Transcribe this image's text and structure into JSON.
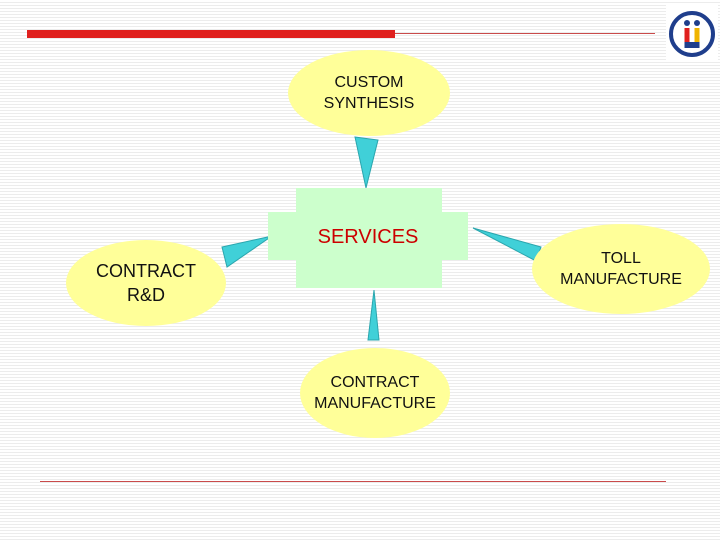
{
  "diagram": {
    "center": {
      "label": "SERVICES"
    },
    "nodes": {
      "custom_synthesis": "CUSTOM\nSYNTHESIS",
      "contract_rd": "CONTRACT\nR&D",
      "toll_manufacture": "TOLL\nMANUFACTURE",
      "contract_manufacture": "CONTRACT\nMANUFACTURE"
    }
  },
  "colors": {
    "accent_red": "#e0201e",
    "node_fill": "#ffff99",
    "center_fill": "#ccffcc",
    "arrow_fill": "#40d0d8",
    "center_text": "#cc0000"
  },
  "logo": {
    "icon": "ii-logo-icon"
  }
}
